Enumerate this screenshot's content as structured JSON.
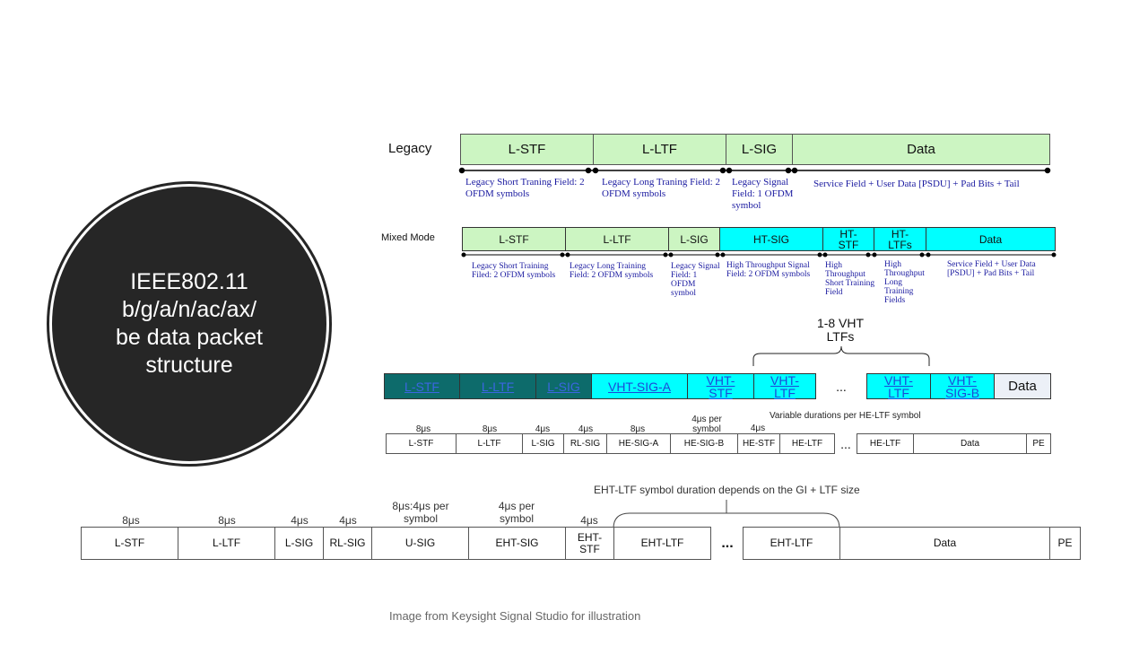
{
  "circle": {
    "lines": [
      "IEEE802.11",
      "b/g/a/n/ac/ax/",
      "be data packet",
      "structure"
    ]
  },
  "legacy": {
    "label": "Legacy",
    "fields": [
      "L-STF",
      "L-LTF",
      "L-SIG",
      "Data"
    ],
    "notes": [
      "Legacy Short Traning Field: 2 OFDM symbols",
      "Legacy Long Traning Field: 2 OFDM symbols",
      "Legacy Signal Field: 1 OFDM symbol",
      "Service Field + User Data [PSDU] + Pad Bits + Tail"
    ]
  },
  "mixed": {
    "label": "Mixed Mode",
    "fields": [
      "L-STF",
      "L-LTF",
      "L-SIG",
      "HT-SIG",
      "HT-STF",
      "HT-LTFs",
      "Data"
    ],
    "notes": [
      "Legacy Short Training Filed: 2 OFDM symbols",
      "Legacy Long Training Field: 2 OFDM symbols",
      "Legacy Signal Field: 1 OFDM symbol",
      "High Throughput Signal Field: 2 OFDM symbols",
      "High Throughput Short Training Field",
      "High Throughput Long Training Fields",
      "Service Field + User Data [PSDU] + Pad Bits + Tail"
    ]
  },
  "vht": {
    "bracket_label": "1-8 VHT LTFs",
    "fields": [
      "L-STF",
      "L-LTF",
      "L-SIG",
      "VHT-SIG-A",
      "VHT-STF",
      "VHT-LTF",
      "...",
      "VHT-LTF",
      "VHT-SIG-B",
      "Data"
    ]
  },
  "he": {
    "note": "Variable durations per HE-LTF symbol",
    "durations": [
      "8μs",
      "8μs",
      "4μs",
      "4μs",
      "8μs",
      "4μs per symbol",
      "4μs"
    ],
    "fields": [
      "L-STF",
      "L-LTF",
      "L-SIG",
      "RL-SIG",
      "HE-SIG-A",
      "HE-SIG-B",
      "HE-STF",
      "HE-LTF",
      "...",
      "HE-LTF",
      "Data",
      "PE"
    ]
  },
  "eht": {
    "note": "EHT-LTF symbol duration depends on the GI + LTF size",
    "durations": [
      "8μs",
      "8μs",
      "4μs",
      "4μs",
      "8μs:4μs per symbol",
      "4μs per symbol",
      "4μs"
    ],
    "fields": [
      "L-STF",
      "L-LTF",
      "L-SIG",
      "RL-SIG",
      "U-SIG",
      "EHT-SIG",
      "EHT-STF",
      "EHT-LTF",
      "...",
      "EHT-LTF",
      "Data",
      "PE"
    ]
  },
  "caption": "Image from Keysight Signal Studio for illustration"
}
